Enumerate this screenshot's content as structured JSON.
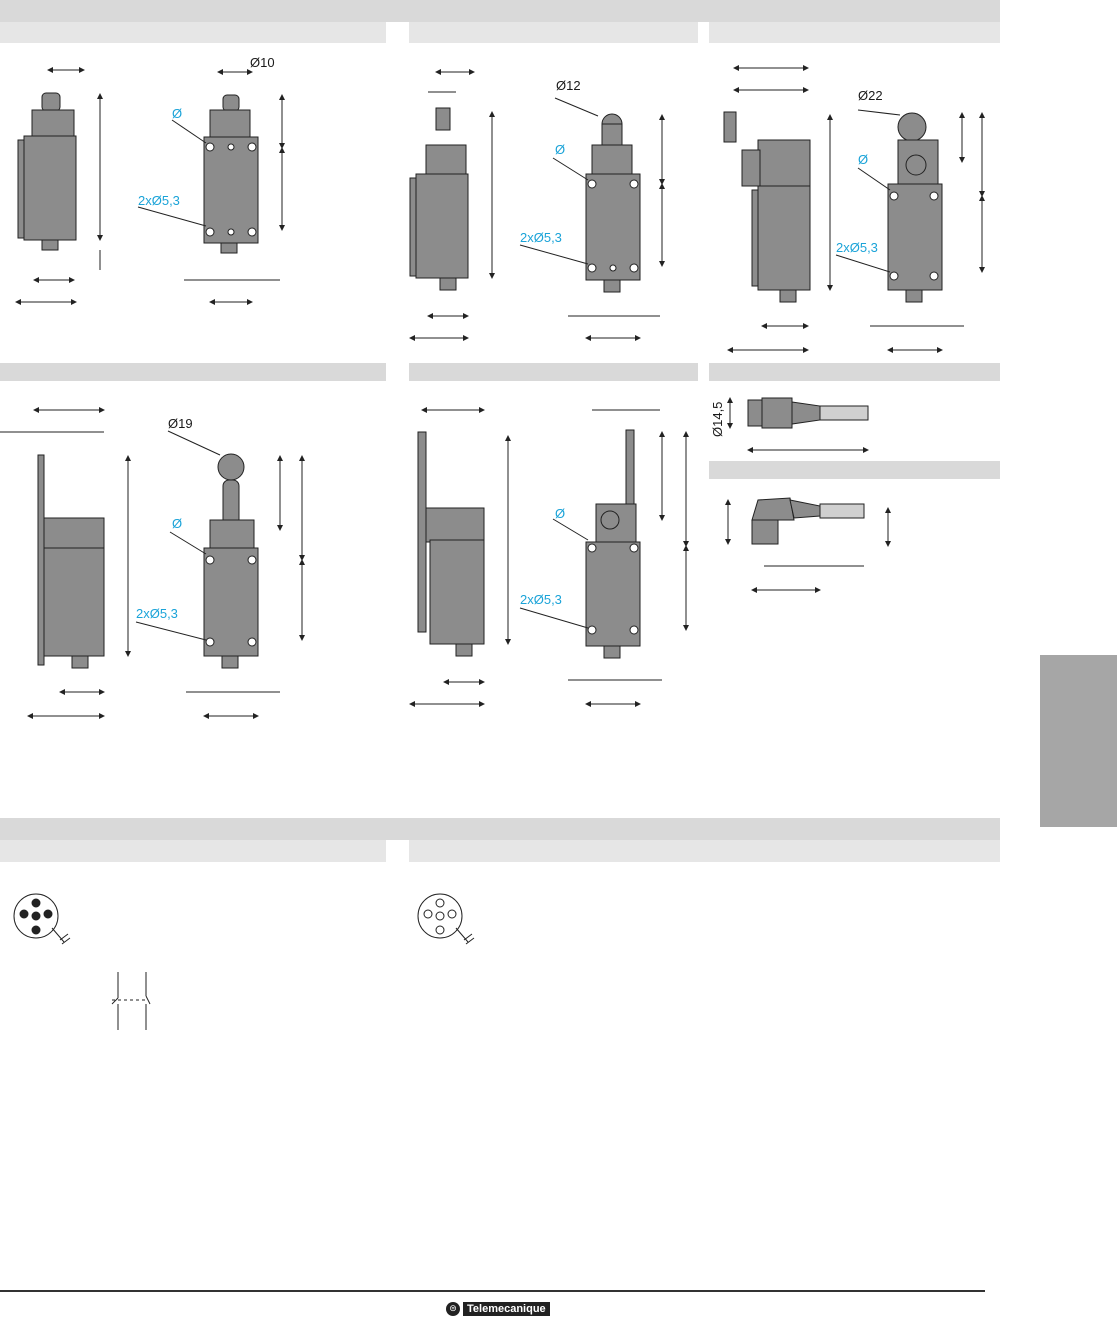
{
  "labels": {
    "dia_10": "Ø10",
    "dia_12": "Ø12",
    "dia_22": "Ø22",
    "dia_19": "Ø19",
    "dia_14_5": "Ø14,5",
    "dia_plain": "Ø",
    "holes": "2xØ5,3"
  },
  "footer": {
    "brand_mark": "⊜",
    "brand_name": "Telemecanique"
  },
  "colors": {
    "header_bar": "#d9d9d9",
    "accent_cyan": "#1aa3d8",
    "body_gray": "#8c8c8c",
    "side_tab": "#a6a6a6"
  }
}
